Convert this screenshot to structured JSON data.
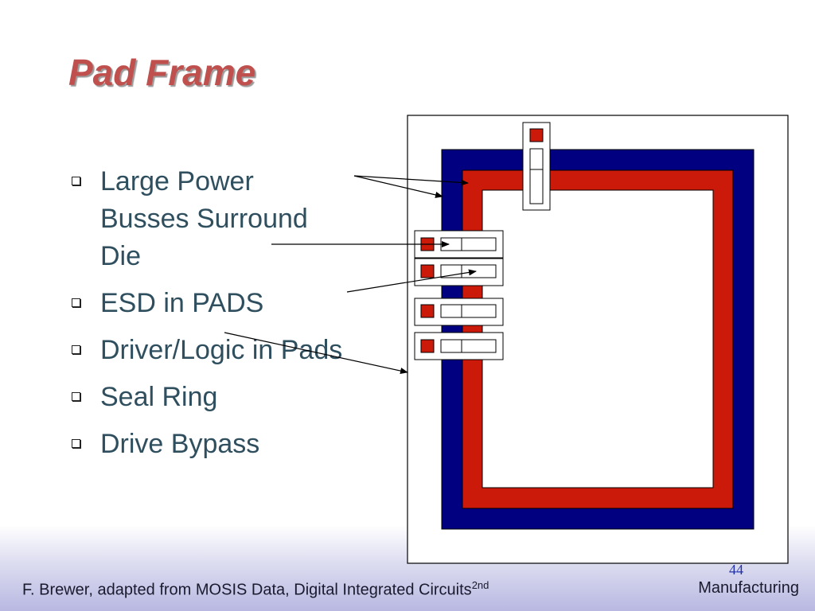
{
  "slide": {
    "title": "Pad Frame",
    "bullets": [
      {
        "text": "Large Power Busses Surround Die"
      },
      {
        "text": "ESD in PADS"
      },
      {
        "text": "Driver/Logic in Pads"
      },
      {
        "text": "Seal Ring"
      },
      {
        "text": "Drive Bypass"
      }
    ]
  },
  "diagram": {
    "colors": {
      "outer_bus": "#000080",
      "inner_bus": "#cc1a0a",
      "pad_contact": "#cc1a0a",
      "outline": "#000000"
    }
  },
  "footer": {
    "page_number": "44",
    "credit": "F. Brewer, adapted from MOSIS Data, Digital Integrated Circuits",
    "credit_sup": "2nd",
    "section": "Manufacturing"
  }
}
